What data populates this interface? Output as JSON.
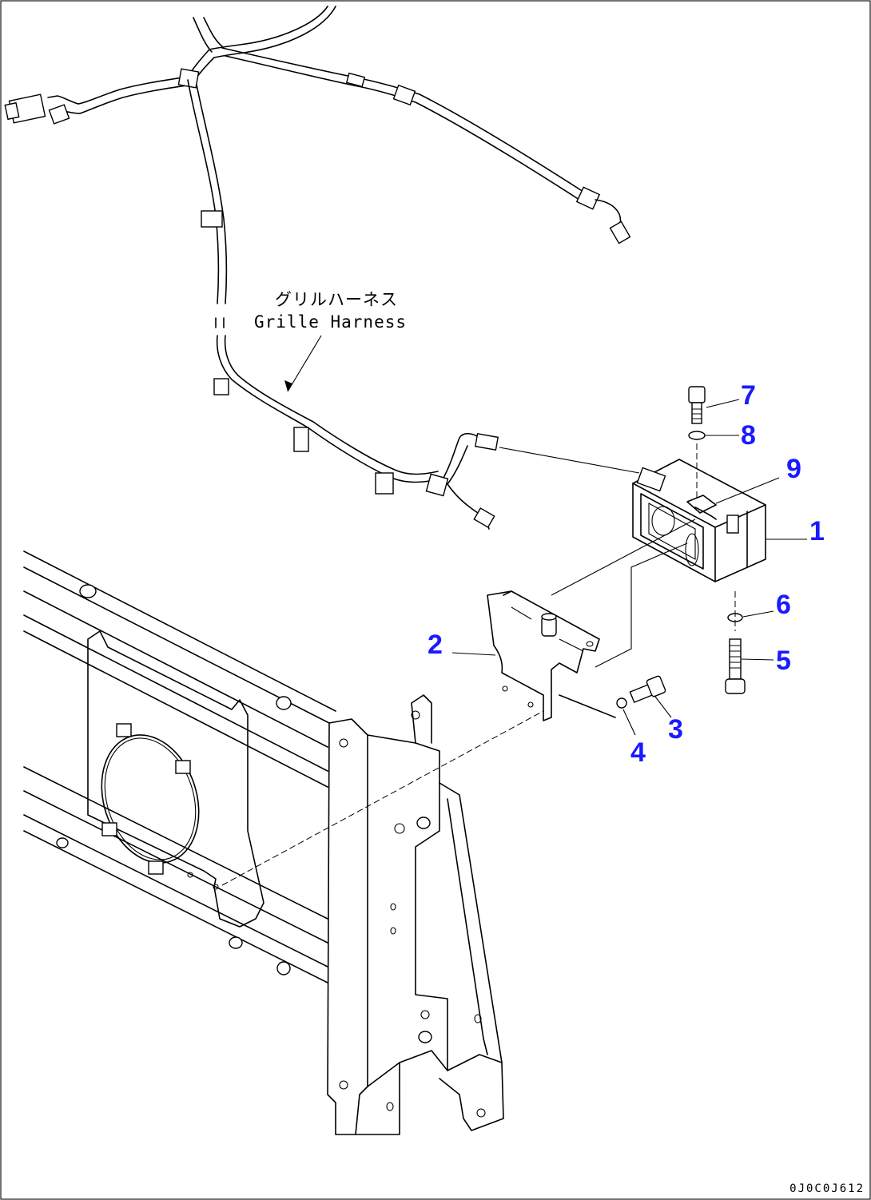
{
  "annotation": {
    "label_jp": "グリルハーネス",
    "label_en": "Grille Harness"
  },
  "callouts": [
    "1",
    "2",
    "3",
    "4",
    "5",
    "6",
    "7",
    "8",
    "9"
  ],
  "drawing_code": "0J0C0J612",
  "colors": {
    "callout": "#1a1aff",
    "line": "#000000",
    "background": "#ffffff"
  }
}
